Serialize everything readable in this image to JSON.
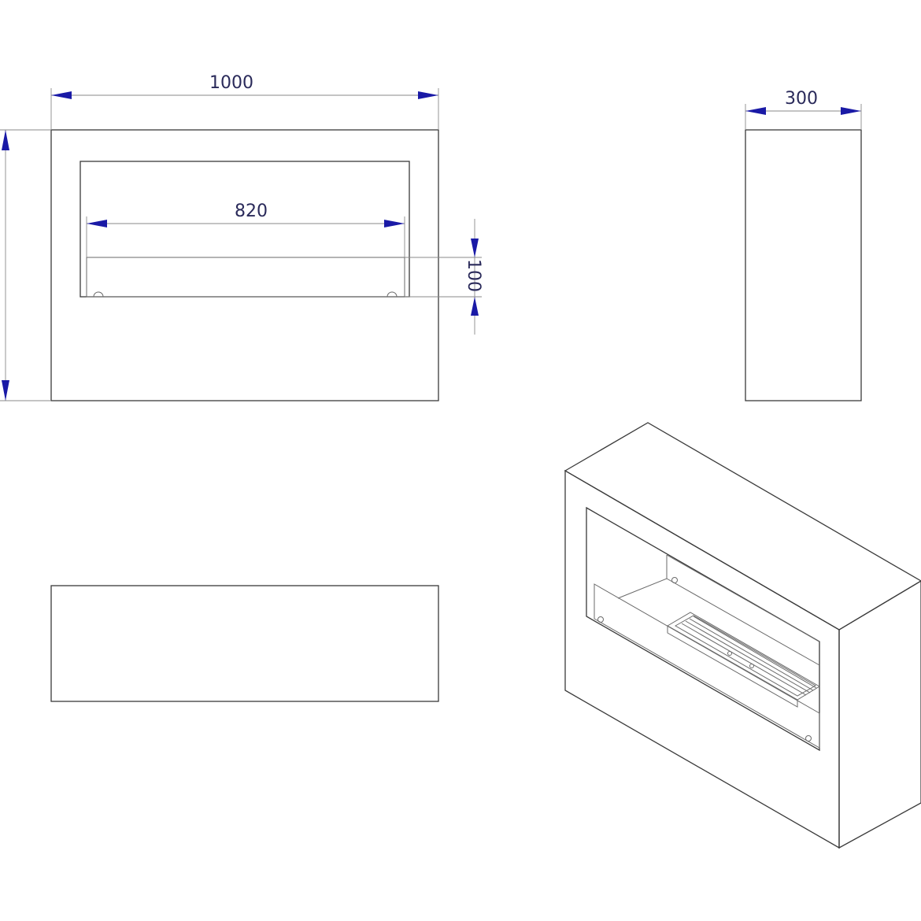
{
  "dimensions": {
    "width_label": "1000",
    "depth_label": "300",
    "opening_width_label": "820",
    "glass_height_label": "100"
  },
  "colors": {
    "line": "#3a3a3a",
    "dimension_arrow": "#1a1aa6",
    "background": "#ffffff"
  }
}
